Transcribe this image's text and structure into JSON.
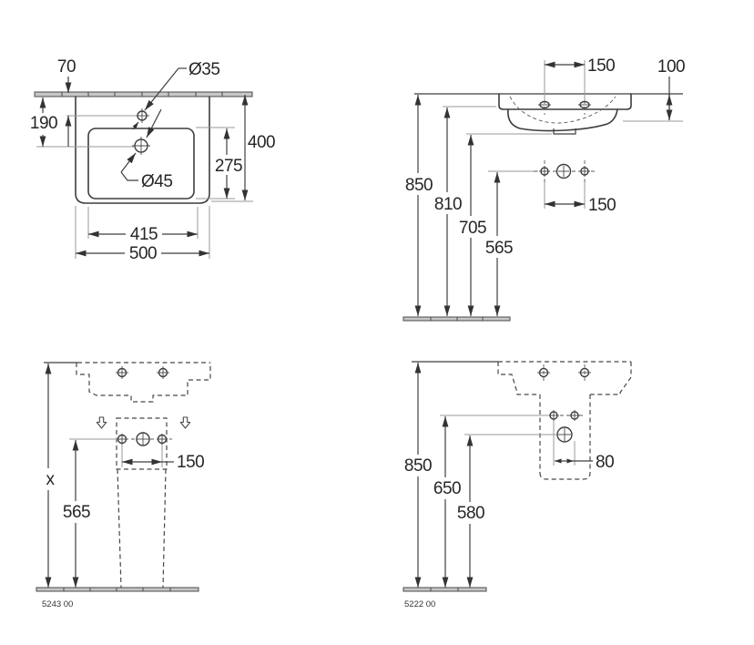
{
  "views": {
    "plan": {
      "d70": "70",
      "d190": "190",
      "dia35": "Ø35",
      "dia45": "Ø45",
      "d400": "400",
      "d275": "275",
      "d415": "415",
      "d500": "500"
    },
    "side": {
      "d150_top": "150",
      "d100": "100",
      "d850": "850",
      "d810": "810",
      "d705": "705",
      "d565": "565",
      "d150_holes": "150"
    },
    "front": {
      "dx": "x",
      "d565": "565",
      "d150": "150",
      "code": "5243 00"
    },
    "side_pedestal": {
      "d850": "850",
      "d650": "650",
      "d580": "580",
      "d80": "80",
      "code": "5222 00"
    }
  },
  "colors": {
    "line": "#3d3d3d",
    "dimension": "#3f3f3f",
    "extension": "#9a9a9a",
    "band_fill": "#c6c6c6",
    "text": "#262626",
    "background": "#ffffff"
  }
}
